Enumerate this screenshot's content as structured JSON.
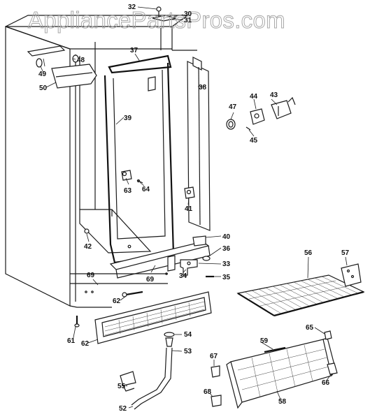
{
  "watermark": "AppliancePartsPros.com",
  "colors": {
    "line": "#1a1a1a",
    "watermark": "#a8a8a8",
    "background": "#ffffff"
  },
  "labels": {
    "p30": "30",
    "p31": "31",
    "p32": "32",
    "p33": "33",
    "p34": "34",
    "p35": "35",
    "p36": "36",
    "p37": "37",
    "p38": "38",
    "p39": "39",
    "p40": "40",
    "p41": "41",
    "p42": "42",
    "p43": "43",
    "p44": "44",
    "p45": "45",
    "p47": "47",
    "p48": "48",
    "p49": "49",
    "p50": "50",
    "p52": "52",
    "p53": "53",
    "p54": "54",
    "p55": "55",
    "p56": "56",
    "p57": "57",
    "p58": "58",
    "p59": "59",
    "p61": "61",
    "p62a": "62",
    "p62b": "62",
    "p63": "63",
    "p64": "64",
    "p65": "65",
    "p66": "66",
    "p67": "67",
    "p68": "68",
    "p69a": "69",
    "p69b": "69"
  }
}
